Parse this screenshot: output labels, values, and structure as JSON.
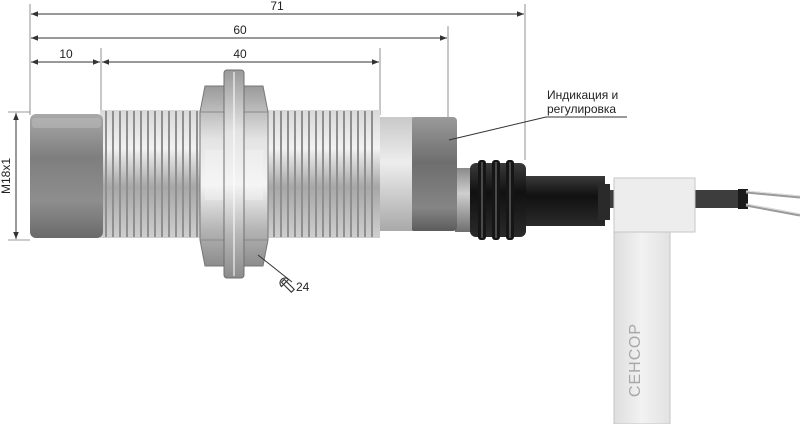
{
  "dimensions": {
    "overall_length": "71",
    "body_length": "60",
    "thread_length": "40",
    "face_length": "10",
    "thread_size": "M18x1",
    "wrench_size": "24"
  },
  "callout": {
    "line1": "Индикация и",
    "line2": "регулировка"
  },
  "label_tag": {
    "brand": "СЕНСОР"
  },
  "colors": {
    "dimension": "#333333",
    "face": "#8c8c8c",
    "thread": "#b8b8b8",
    "cap": "#7d7d7d",
    "cable_black": "#1e1e1e",
    "tag": "#e9e9e9"
  }
}
